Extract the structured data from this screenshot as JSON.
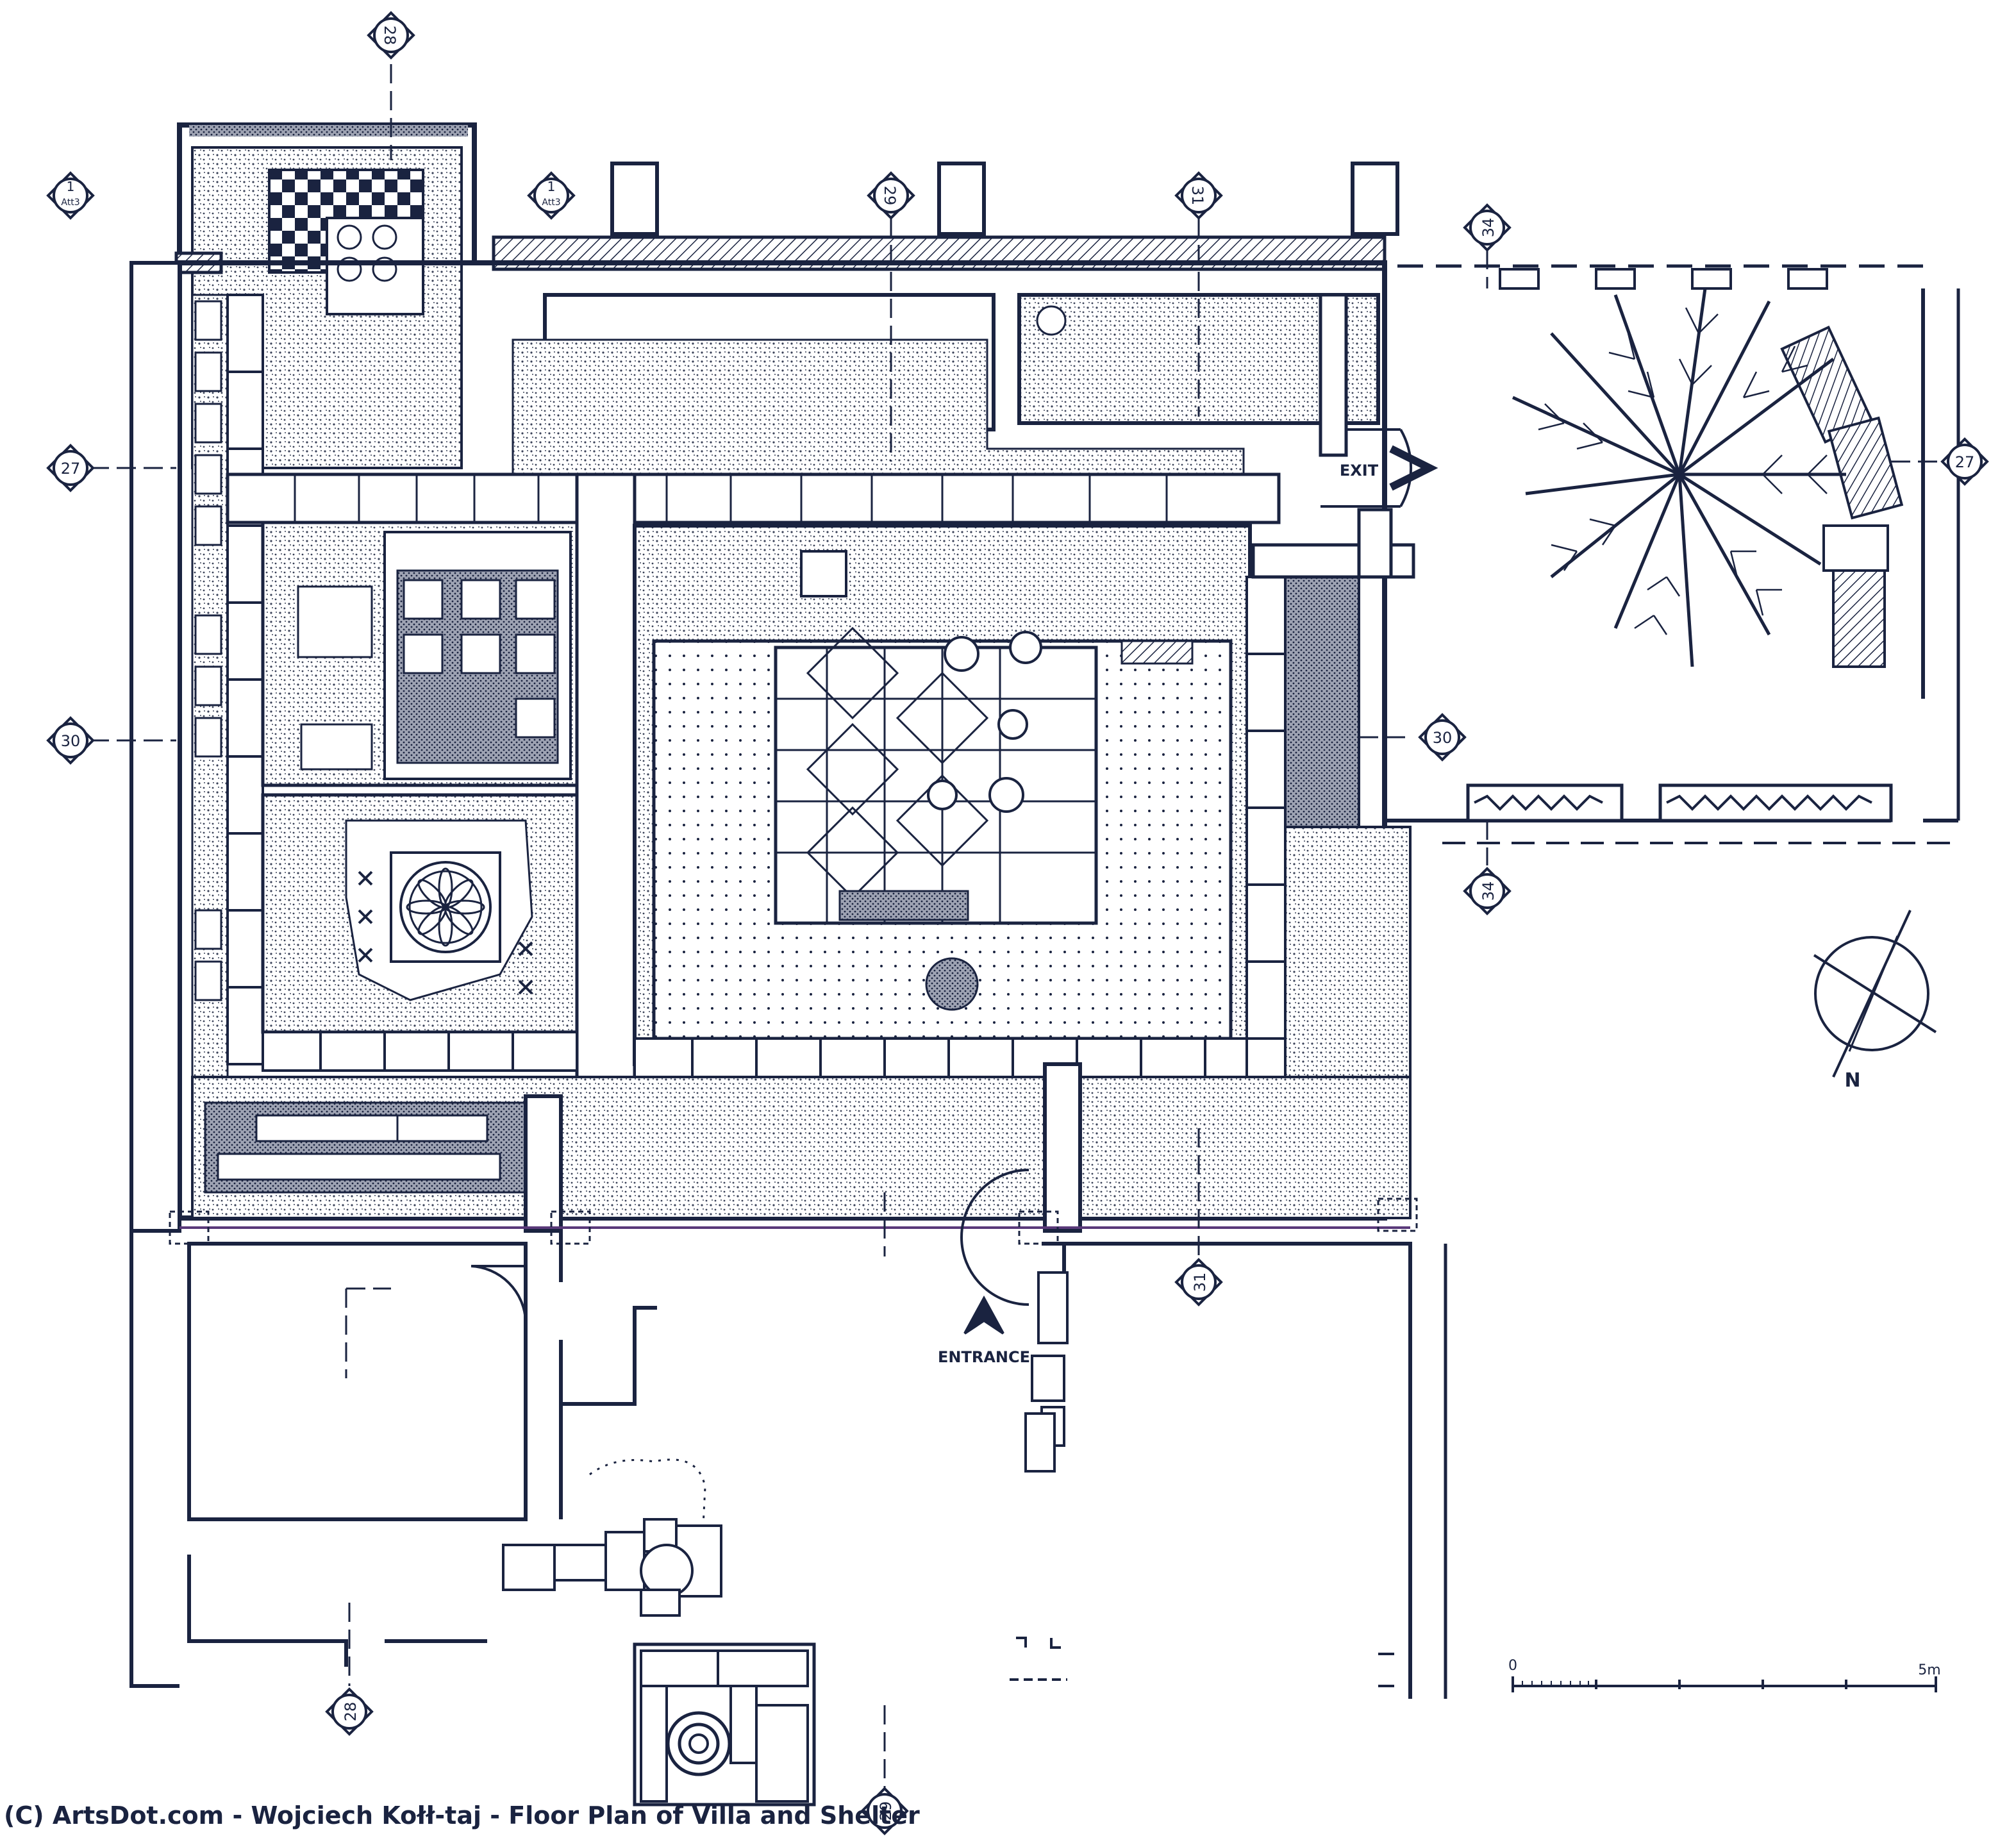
{
  "colors": {
    "ink": "#1a2340",
    "paper": "#ffffff",
    "stipple": "#c9ccd6",
    "dark_stipple": "#9ea3b3",
    "accent": "#5a3a7a"
  },
  "plan": {
    "section_markers": {
      "m28_top": "28",
      "m1_left_num": "1",
      "m1_left_sub": "Att3",
      "m1_right_num": "1",
      "m1_right_sub": "Att3",
      "m29_top": "29",
      "m31_top": "31",
      "m34_top": "34",
      "m27_left": "27",
      "m27_right": "27",
      "m30_left": "30",
      "m30_right": "30",
      "m34_mid": "34",
      "m31_bottom": "31",
      "m28_bottom": "28",
      "m29_bottom": "29"
    },
    "labels": {
      "exit": "EXIT",
      "entrance": "ENTRANCE",
      "north": "N"
    },
    "scale_bar": {
      "start_label": "0",
      "end_label": "5m"
    }
  },
  "caption": "(C) ArtsDot.com - Wojciech Kołł-taj - Floor Plan of Villa and Shelter"
}
